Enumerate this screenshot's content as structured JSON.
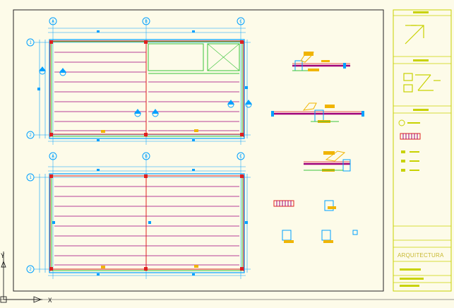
{
  "title_block": {
    "project_label": "ARQUITECTURA"
  },
  "grid_axes": {
    "columns": [
      "A",
      "B",
      "C"
    ],
    "rows": [
      "1",
      "2"
    ]
  },
  "ucs": {
    "x_label": "X",
    "y_label": "Y"
  },
  "colors": {
    "background": "#fdfbe9",
    "frame": "#222222",
    "grid_lines": "#00a0ff",
    "purlins": "#a0007a",
    "structure": "#e02020",
    "beams_green": "#3cc43c",
    "details_yellow": "#f0b400",
    "title_block": "#c8d200"
  }
}
